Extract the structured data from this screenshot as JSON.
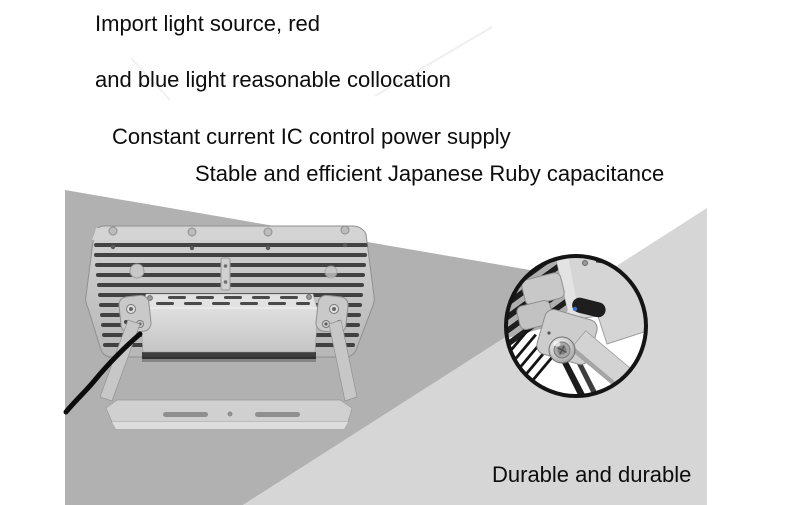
{
  "annotations": {
    "feature_1_line_1": "Import light source, red",
    "feature_1_line_2": "and blue light reasonable collocation",
    "feature_2": "Constant current IC control power supply",
    "feature_3": "Stable and efficient Japanese Ruby capacitance",
    "feature_4": "Durable and durable"
  },
  "photos": {
    "main": "flood-light-rear-view-photo",
    "detail": "mounting-knob-closeup-photo"
  },
  "colors": {
    "background": "#ffffff",
    "wedge_mid_gray": "#b1b1b1",
    "wedge_light_gray": "#d6d6d6",
    "text": "#0d0d0d",
    "lamp_body": "#c2c2c2",
    "fin_slot_dark": "#333333",
    "driver_box": "#d8d8d8",
    "cable_black": "#0c0c0c",
    "detail_ring": "#141414"
  }
}
